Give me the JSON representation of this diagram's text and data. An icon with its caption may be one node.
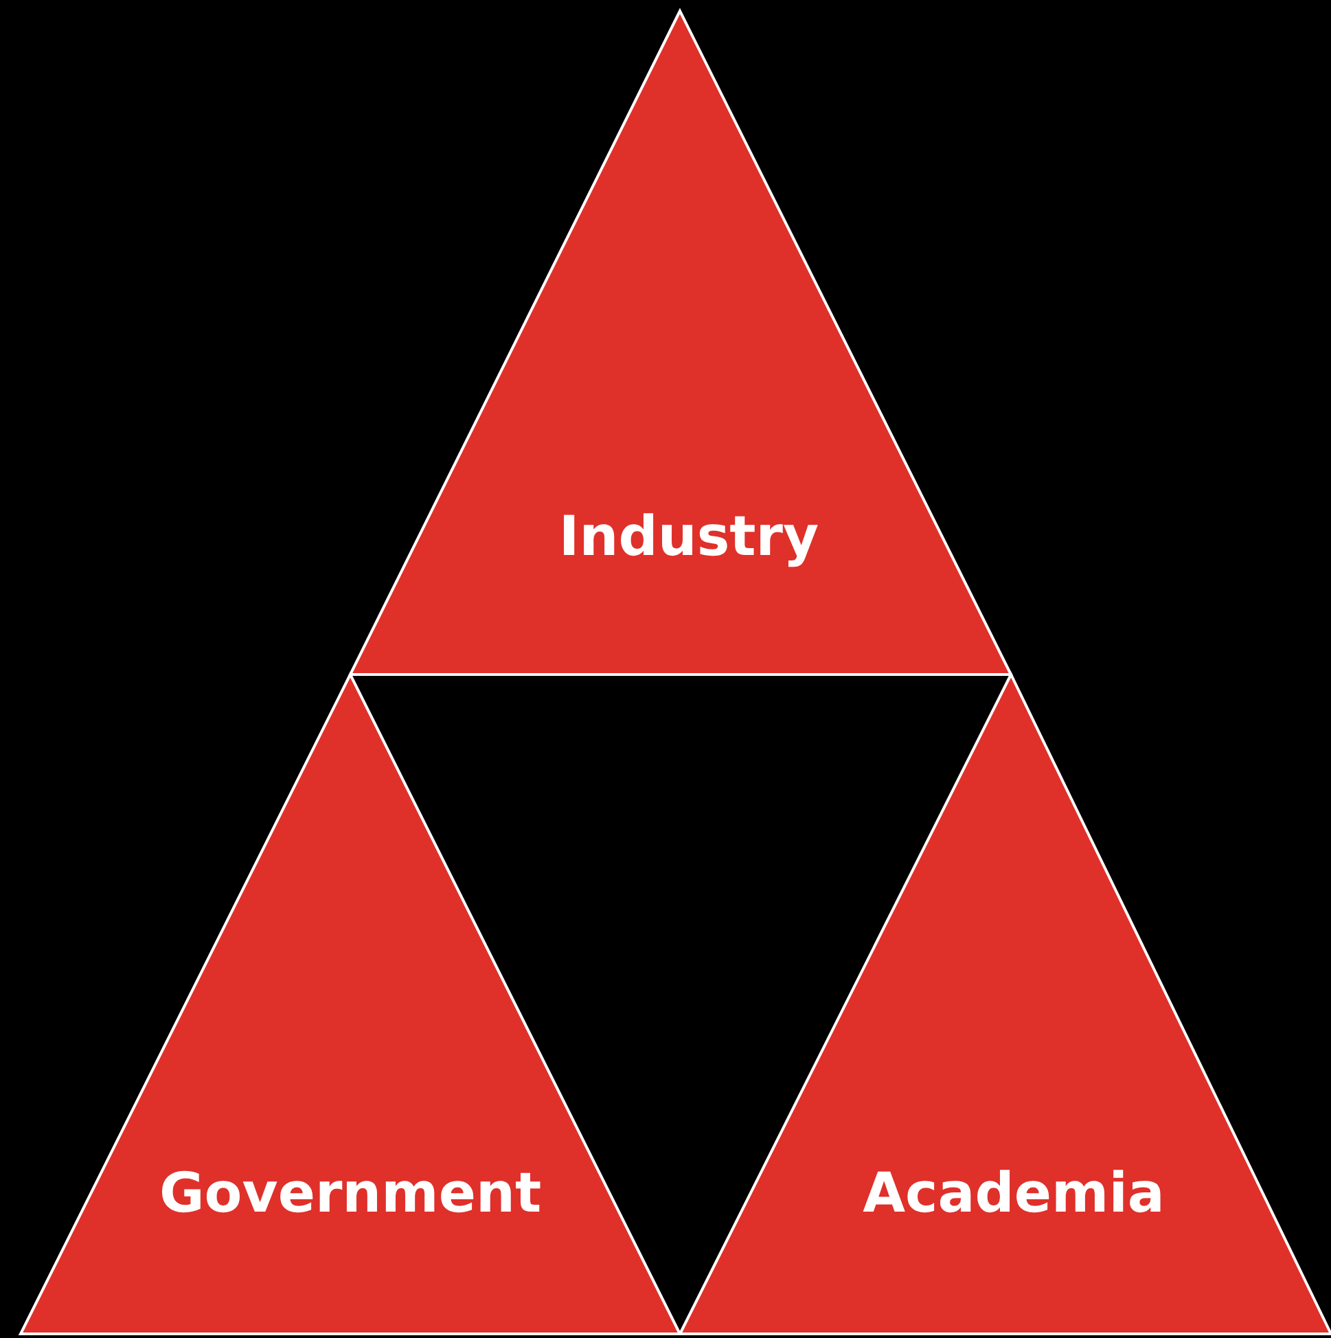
{
  "diagram": {
    "nodes": [
      {
        "text": [
          "Industry"
        ]
      },
      {
        "text": [
          "Government"
        ]
      },
      {
        "text": [
          "Academia"
        ]
      }
    ]
  }
}
